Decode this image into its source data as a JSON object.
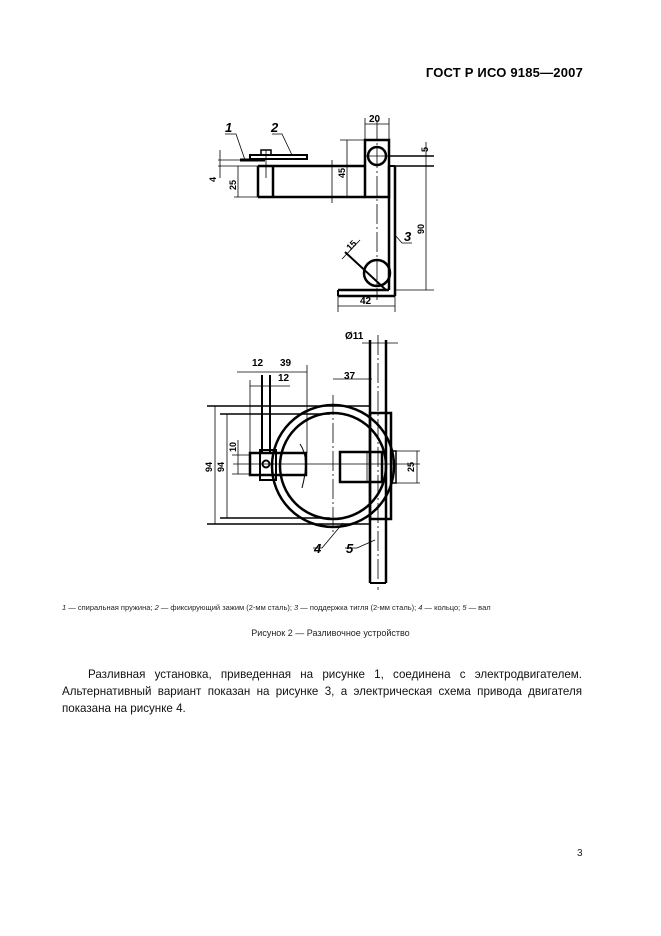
{
  "header": {
    "standard_id": "ГОСТ Р ИСО 9185—2007"
  },
  "figure": {
    "top_view_dims": {
      "d20": "20",
      "d5": "5",
      "d4": "4",
      "d25": "25",
      "d45": "45",
      "d90": "90",
      "d15": "15",
      "d42": "42",
      "label1": "1",
      "label2": "2",
      "label3": "3"
    },
    "bottom_view_dims": {
      "d11": "Ø11",
      "d12a": "12",
      "d39": "39",
      "d12b": "12",
      "d37": "37",
      "d10": "10",
      "d94a": "94",
      "d94b": "94",
      "d25": "25",
      "label4": "4",
      "label5": "5"
    },
    "legend": [
      {
        "num": "1",
        "text": " — спиральная пружина; "
      },
      {
        "num": "2",
        "text": " — фиксирующий зажим (2-мм сталь); "
      },
      {
        "num": "3",
        "text": " — поддержка тигля (2-мм сталь); "
      },
      {
        "num": "4",
        "text": " — кольцо; "
      },
      {
        "num": "5",
        "text": " — вал"
      }
    ],
    "caption": "Рисунок 2 — Разливочное устройство"
  },
  "body": {
    "paragraph": "Разливная установка, приведенная на рисунке 1, соединена с электродвигателем. Альтернативный вариант показан на рисунке 3, а электрическая схема привода двигателя показана на рисунке 4."
  },
  "footer": {
    "page_number": "3"
  }
}
